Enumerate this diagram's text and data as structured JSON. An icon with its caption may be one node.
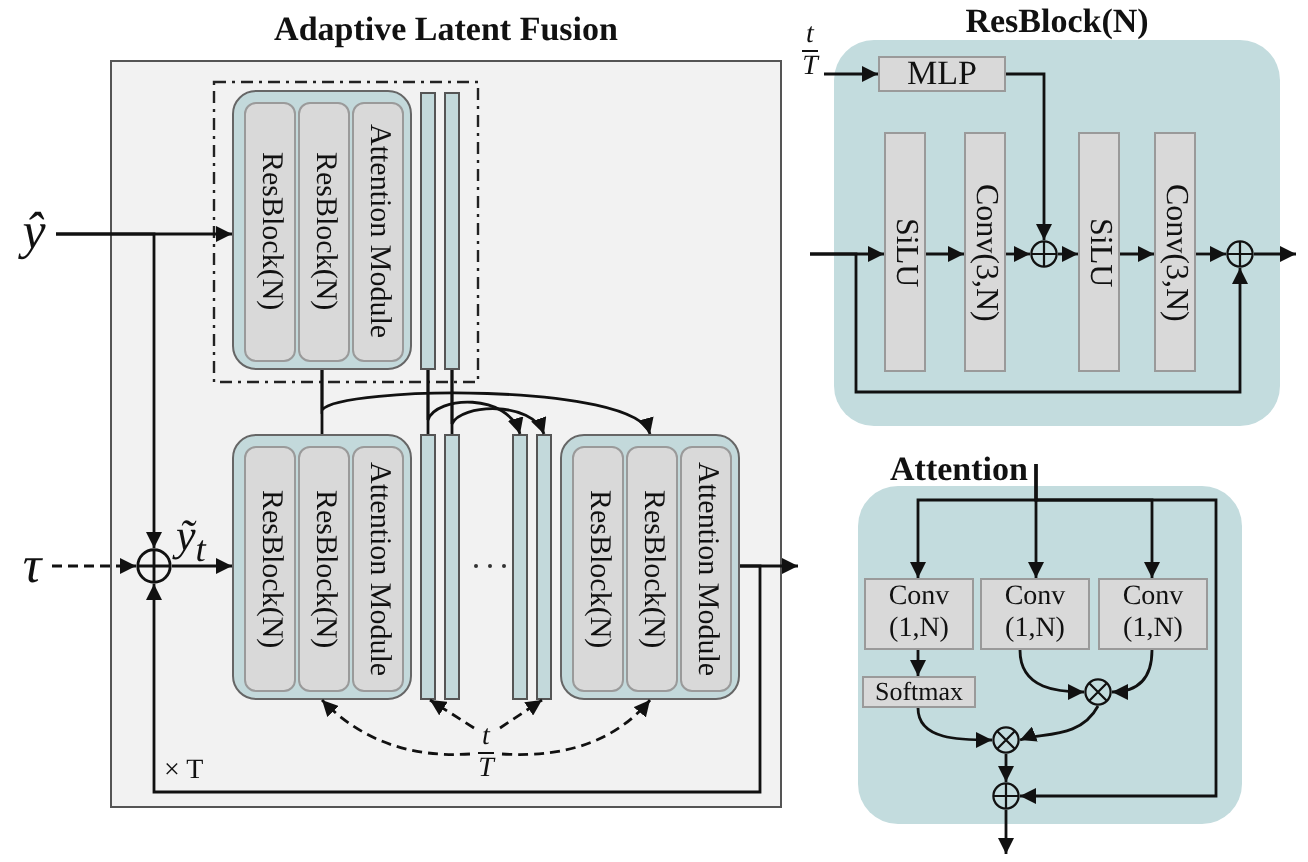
{
  "diagram": {
    "nodes": [
      {
        "text": [
          "Adaptive Latent Fusion"
        ]
      },
      {
        "text": [],
        "shape": "box",
        "in": 0
      },
      {
        "text": [],
        "shape": "box",
        "in": 1
      },
      {
        "text": [
          "ResBlock(N)"
        ],
        "in": 2
      },
      {
        "text": [
          "ResBlock(N)"
        ],
        "in": 2
      },
      {
        "text": [
          "Attention Module"
        ],
        "in": 2
      },
      {
        "text": [],
        "shape": "bar",
        "in": 1
      },
      {
        "text": [],
        "shape": "bar",
        "in": 1
      },
      {
        "text": [],
        "shape": "box",
        "in": 0
      },
      {
        "text": [
          "ResBlock(N)"
        ],
        "in": 8
      },
      {
        "text": [
          "ResBlock(N)"
        ],
        "in": 8
      },
      {
        "text": [
          "Attention Module"
        ],
        "in": 8
      },
      {
        "text": [],
        "shape": "bar",
        "in": 0
      },
      {
        "text": [],
        "shape": "bar",
        "in": 0
      },
      {
        "text": [],
        "shape": "bar",
        "in": 0
      },
      {
        "text": [],
        "shape": "bar",
        "in": 0
      },
      {
        "text": [],
        "shape": "box",
        "in": 0
      },
      {
        "text": [
          "ResBlock(N)"
        ],
        "in": 16
      },
      {
        "text": [
          "ResBlock(N)"
        ],
        "in": 16
      },
      {
        "text": [
          "Attention Module"
        ],
        "in": 16
      },
      {
        "text": [
          "ŷ"
        ]
      },
      {
        "text": [
          "τ"
        ]
      },
      {
        "text": [],
        "shape": "circle",
        "in": 0
      },
      {
        "text": [
          "t",
          "T"
        ],
        "in": 0
      },
      {
        "text": [
          "ResBlock(N)"
        ]
      },
      {
        "text": [
          "t",
          "T"
        ]
      },
      {
        "text": [
          "MLP"
        ],
        "in": 24
      },
      {
        "text": [
          "SiLU"
        ],
        "in": 24
      },
      {
        "text": [
          "Conv(3,N)"
        ],
        "in": 24
      },
      {
        "text": [],
        "shape": "circle",
        "in": 24
      },
      {
        "text": [
          "SiLU"
        ],
        "in": 24
      },
      {
        "text": [
          "Conv(3,N)"
        ],
        "in": 24
      },
      {
        "text": [],
        "shape": "circle",
        "in": 24
      },
      {
        "text": [
          "Attention"
        ]
      },
      {
        "text": [
          "Conv (1,N)"
        ],
        "in": 33
      },
      {
        "text": [
          "Conv (1,N)"
        ],
        "in": 33
      },
      {
        "text": [
          "Conv (1,N)"
        ],
        "in": 33
      },
      {
        "text": [
          "Softmax"
        ],
        "in": 33
      },
      {
        "text": [],
        "shape": "circle",
        "in": 33
      },
      {
        "text": [],
        "shape": "circle",
        "in": 33
      },
      {
        "text": [],
        "shape": "circle",
        "in": 33
      }
    ],
    "edges": [
      {
        "from": 20,
        "to": 2,
        "arrow": "to"
      },
      {
        "from": 20,
        "to": 22,
        "arrow": "to"
      },
      {
        "from": 21,
        "to": 22,
        "arrow": "to",
        "style": "dashed"
      },
      {
        "from": 22,
        "to": 8,
        "arrow": "to",
        "label": "ỹ$_{t}$"
      },
      {
        "from": 2,
        "to": 8,
        "arrow": "none"
      },
      {
        "from": 2,
        "to": 16,
        "arrow": "to"
      },
      {
        "from": 6,
        "to": 12,
        "arrow": "none"
      },
      {
        "from": 6,
        "to": 14,
        "arrow": "to"
      },
      {
        "from": 7,
        "to": 13,
        "arrow": "none"
      },
      {
        "from": 7,
        "to": 15,
        "arrow": "to"
      },
      {
        "from": 23,
        "to": 8,
        "arrow": "to",
        "style": "dashed"
      },
      {
        "from": 23,
        "to": 12,
        "arrow": "to",
        "style": "dashed"
      },
      {
        "from": 23,
        "to": 15,
        "arrow": "to",
        "style": "dashed"
      },
      {
        "from": 23,
        "to": 16,
        "arrow": "to",
        "style": "dashed"
      },
      {
        "from": 16,
        "to": null,
        "arrow": "to"
      },
      {
        "from": 16,
        "to": 22,
        "arrow": "to"
      },
      {
        "from": null,
        "to": 27,
        "arrow": "to"
      },
      {
        "from": null,
        "to": 32,
        "arrow": "to"
      },
      {
        "from": 25,
        "to": 26,
        "arrow": "to"
      },
      {
        "from": 26,
        "to": 29,
        "arrow": "to"
      },
      {
        "from": 27,
        "to": 28,
        "arrow": "to"
      },
      {
        "from": 28,
        "to": 29,
        "arrow": "to"
      },
      {
        "from": 29,
        "to": 30,
        "arrow": "to"
      },
      {
        "from": 30,
        "to": 31,
        "arrow": "to"
      },
      {
        "from": 31,
        "to": 32,
        "arrow": "to"
      },
      {
        "from": 32,
        "to": null,
        "arrow": "to"
      },
      {
        "from": null,
        "to": 34,
        "arrow": "to"
      },
      {
        "from": null,
        "to": 35,
        "arrow": "to"
      },
      {
        "from": null,
        "to": 36,
        "arrow": "to"
      },
      {
        "from": null,
        "to": 40,
        "arrow": "to"
      },
      {
        "from": 34,
        "to": 37,
        "arrow": "to"
      },
      {
        "from": 35,
        "to": 39,
        "arrow": "to"
      },
      {
        "from": 36,
        "to": 39,
        "arrow": "to"
      },
      {
        "from": 37,
        "to": 38,
        "arrow": "to"
      },
      {
        "from": 39,
        "to": 38,
        "arrow": "to"
      },
      {
        "from": 38,
        "to": 40,
        "arrow": "to"
      },
      {
        "from": 40,
        "to": null,
        "arrow": "to"
      }
    ],
    "labels": [
      "× T"
    ]
  }
}
